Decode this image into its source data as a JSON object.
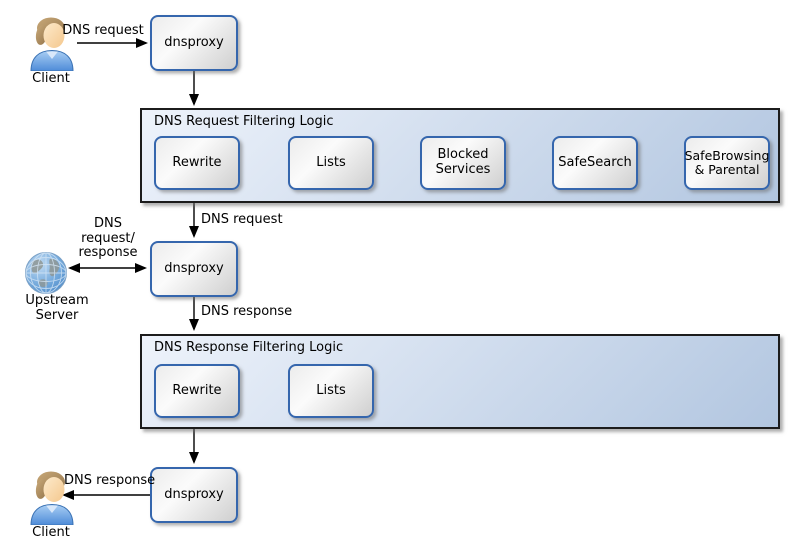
{
  "diagram": {
    "actors": {
      "client_top": {
        "label": "Client"
      },
      "upstream_server": {
        "label": "Upstream\nServer"
      },
      "client_bottom": {
        "label": "Client"
      }
    },
    "nodes": {
      "dnsproxy_top": {
        "label": "dnsproxy"
      },
      "dnsproxy_middle": {
        "label": "dnsproxy"
      },
      "dnsproxy_bottom": {
        "label": "dnsproxy"
      }
    },
    "containers": {
      "request_filtering": {
        "title": "DNS Request Filtering Logic",
        "steps": [
          "Rewrite",
          "Lists",
          "Blocked Services",
          "SafeSearch",
          "SafeBrowsing & Parental"
        ]
      },
      "response_filtering": {
        "title": "DNS Response Filtering Logic",
        "steps": [
          "Rewrite",
          "Lists"
        ]
      }
    },
    "edge_labels": {
      "client_request": "DNS request",
      "filtered_request": "DNS request",
      "upstream_exchange": "DNS\nrequest/\nresponse",
      "proxy_response": "DNS response",
      "client_response": "DNS response"
    },
    "colors": {
      "node_border": "#3566ad",
      "node_fill_end": "#cfcfcf",
      "container_border": "#1c1c1c",
      "container_fill_start": "#eef3fb",
      "container_fill_end": "#b2c6e0",
      "arrow": "#000000"
    }
  }
}
